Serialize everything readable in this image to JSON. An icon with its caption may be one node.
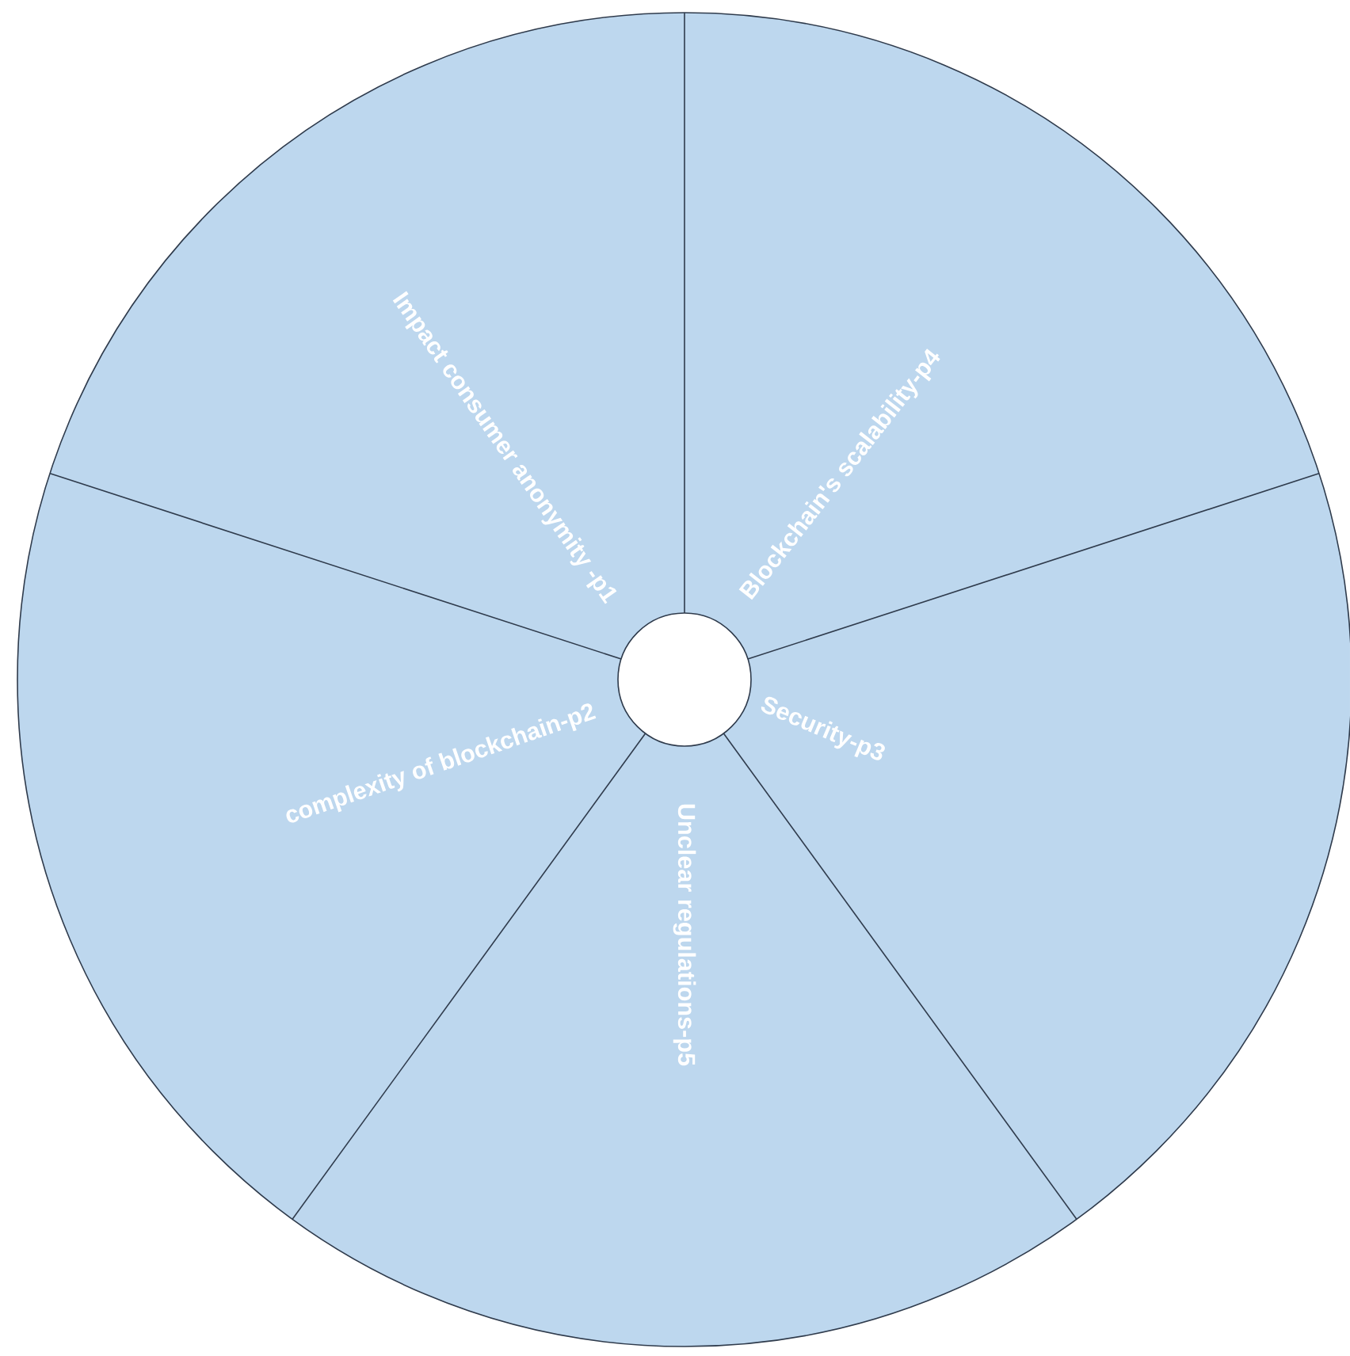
{
  "diagram": {
    "nodes": [
      {
        "text": [],
        "shape": "circle"
      },
      {
        "text": [],
        "shape": "circle",
        "in": 0
      }
    ],
    "labels": [
      "Impact consumer anonymity -p1",
      "Blockchain's scalability-p4",
      "Security-p3",
      "complexity of blockchain-p2",
      "Unclear regulations-p5"
    ]
  }
}
